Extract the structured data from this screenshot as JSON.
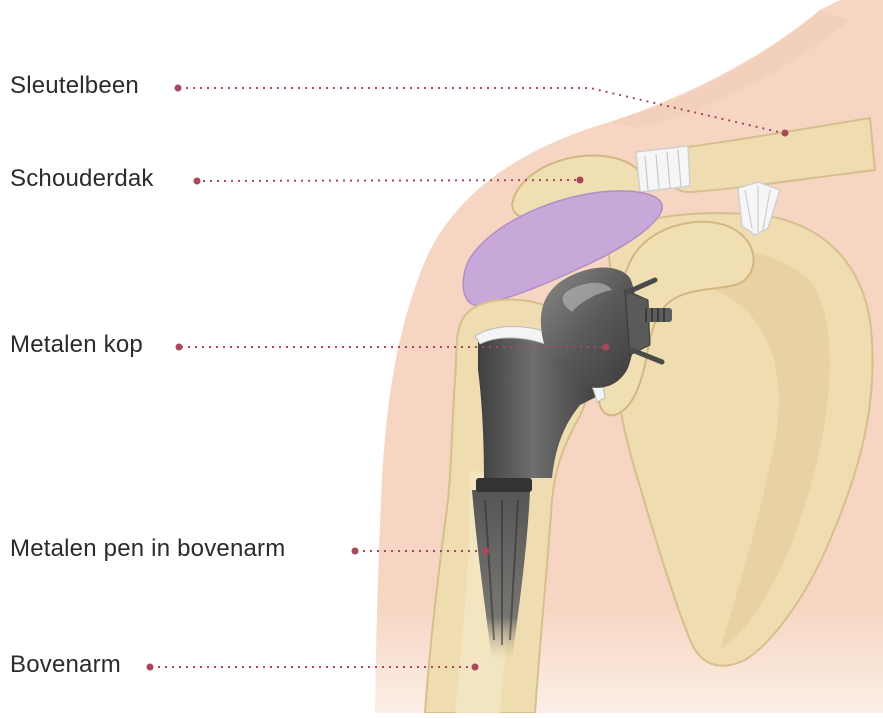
{
  "labels": {
    "clavicle": "Sleutelbeen",
    "acromion": "Schouderdak",
    "metal_head": "Metalen kop",
    "metal_stem": "Metalen pen in bovenarm",
    "humerus": "Bovenarm"
  },
  "colors": {
    "skin": "#f6d6c2",
    "skin_shadow": "#efc6ad",
    "bone": "#efdcb0",
    "bone_outline": "#d7bf8e",
    "bone_shadow": "#e3c999",
    "cartilage": "#c8a8d8",
    "ligament": "#f4f4f4",
    "metal_dark": "#4a4a4a",
    "metal_mid": "#6b6b6b",
    "metal_light": "#9a9a9a",
    "leader": "#a8485a"
  }
}
